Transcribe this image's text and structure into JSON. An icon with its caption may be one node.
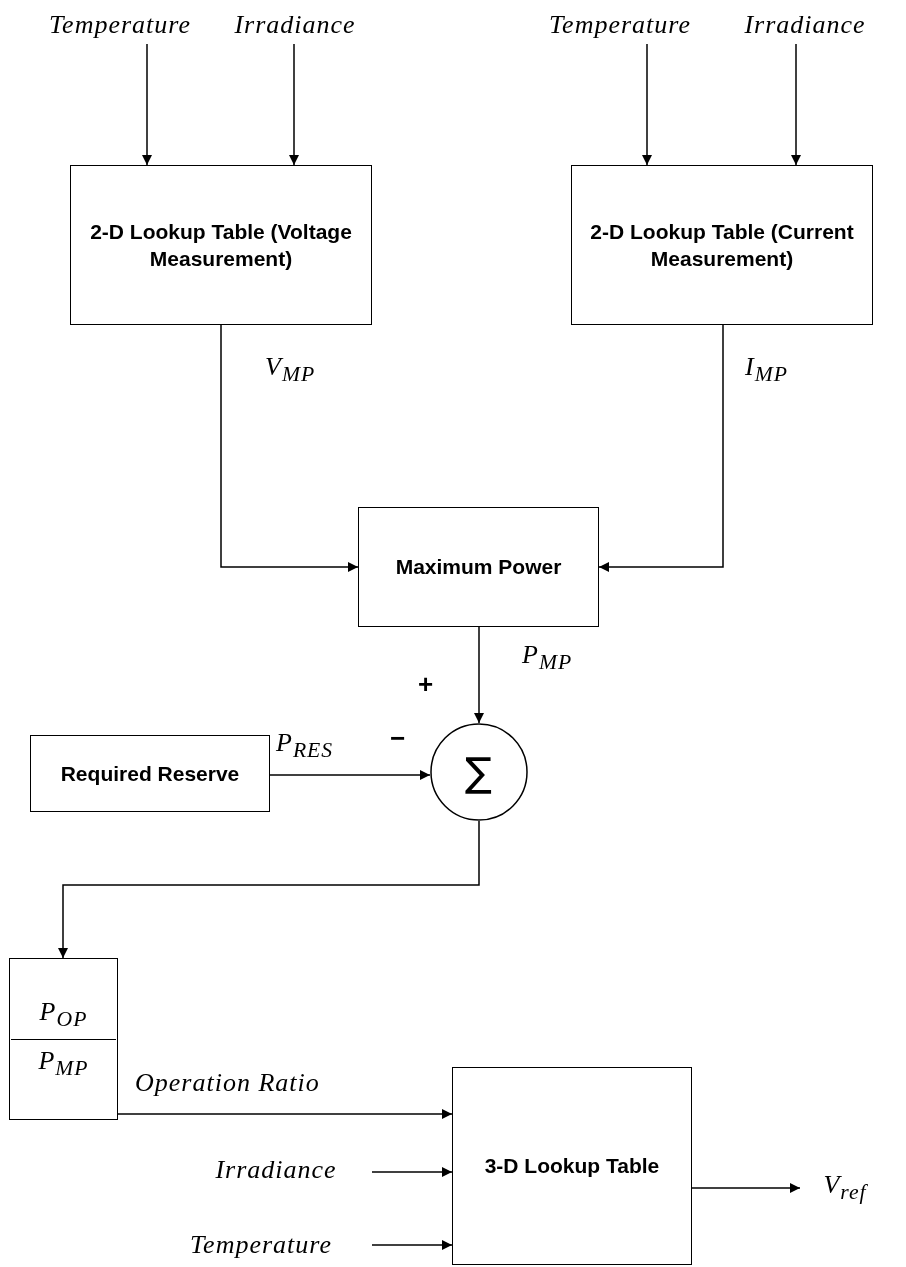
{
  "diagram": {
    "nodes": [
      {
        "text": [
          "Temperature"
        ]
      },
      {
        "text": [
          "Irradiance"
        ]
      },
      {
        "text": [
          "Temperature"
        ]
      },
      {
        "text": [
          "Irradiance"
        ]
      },
      {
        "text": [
          "2-D Lookup Table (Voltage Measurement)"
        ]
      },
      {
        "text": [
          "2-D Lookup Table (Current Measurement)"
        ]
      },
      {
        "text": [
          "Maximum Power"
        ]
      },
      {
        "text": [
          "Required Reserve"
        ]
      },
      {
        "text": [
          "∑"
        ]
      },
      {
        "text": [
          "P$_{OP}$",
          "P$_{MP}$"
        ]
      },
      {
        "text": [
          "Irradiance"
        ]
      },
      {
        "text": [
          "Temperature"
        ]
      },
      {
        "text": [
          "3-D Lookup Table"
        ]
      },
      {
        "text": [
          "V$_{ref}$"
        ]
      }
    ],
    "edges": [
      {
        "from": 0,
        "to": 4,
        "arrow": "to"
      },
      {
        "from": 1,
        "to": 4,
        "arrow": "to"
      },
      {
        "from": 2,
        "to": 5,
        "arrow": "to"
      },
      {
        "from": 3,
        "to": 5,
        "arrow": "to"
      },
      {
        "from": 4,
        "to": 6,
        "arrow": "to",
        "label": "V$_{MP}$"
      },
      {
        "from": 5,
        "to": 6,
        "arrow": "to",
        "label": "I$_{MP}$"
      },
      {
        "from": 6,
        "to": 8,
        "arrow": "to",
        "label": "P$_{MP}$"
      },
      {
        "from": 7,
        "to": 8,
        "arrow": "to",
        "label": "P$_{RES}$"
      },
      {
        "from": 8,
        "to": 9,
        "arrow": "to"
      },
      {
        "from": 9,
        "to": 12,
        "arrow": "to",
        "label": "Operation Ratio"
      },
      {
        "from": 10,
        "to": 12,
        "arrow": "to"
      },
      {
        "from": 11,
        "to": 12,
        "arrow": "to"
      },
      {
        "from": 12,
        "to": 13,
        "arrow": "to"
      }
    ],
    "labels": [
      "+",
      "−"
    ]
  }
}
